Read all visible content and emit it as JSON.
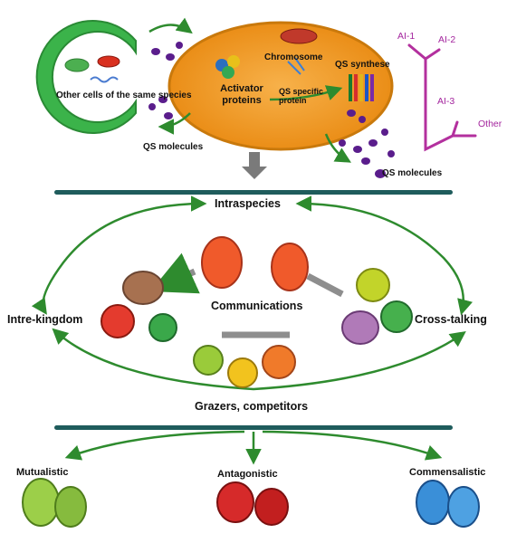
{
  "cell": {
    "neighbor_label": "Other cells of the same species",
    "activator_label": "Activator proteins",
    "chromosome_label": "Chromosome",
    "synthase_label": "QS synthese",
    "qs_protein_label": "QS specific protein",
    "qs_molecules_left": "QS molecules",
    "qs_molecules_right": "QS molecules"
  },
  "autoinducers": {
    "ai1": "AI-1",
    "ai2": "AI-2",
    "ai3": "AI-3",
    "other": "Other"
  },
  "interactions": {
    "intraspecies": "Intraspecies",
    "inter_kingdom": "Intre-kingdom",
    "cross_talking": "Cross-talking",
    "communications": "Communications",
    "grazers": "Grazers, competitors"
  },
  "outcomes": {
    "mutualistic": "Mutualistic",
    "antagonistic": "Antagonistic",
    "commensalistic": "Commensalistic"
  },
  "colors": {
    "green": "#2e8b2e",
    "cell_orange": "#f39a1f",
    "qs_molecule": "#5a1d8c",
    "ai_pink": "#b3309e",
    "divider": "#1f5c5c"
  }
}
